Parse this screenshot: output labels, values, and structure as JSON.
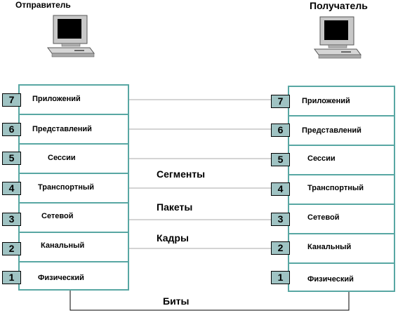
{
  "sender": {
    "title": "Отправитель"
  },
  "receiver": {
    "title": "Получатель"
  },
  "layers": [
    {
      "number": "7",
      "name": "Приложений"
    },
    {
      "number": "6",
      "name": "Представлений"
    },
    {
      "number": "5",
      "name": "Сессии"
    },
    {
      "number": "4",
      "name": "Транспортный"
    },
    {
      "number": "3",
      "name": "Сетевой"
    },
    {
      "number": "2",
      "name": "Канальный"
    },
    {
      "number": "1",
      "name": "Физический"
    }
  ],
  "pdu": {
    "segments": "Сегменты",
    "packets": "Пакеты",
    "frames": "Кадры",
    "bits": "Биты"
  },
  "colors": {
    "stack_border": "#58a7a3",
    "number_fill": "#9fc3c3",
    "link_line": "#aaaaaa"
  },
  "icons": {
    "computer": "computer-icon"
  }
}
